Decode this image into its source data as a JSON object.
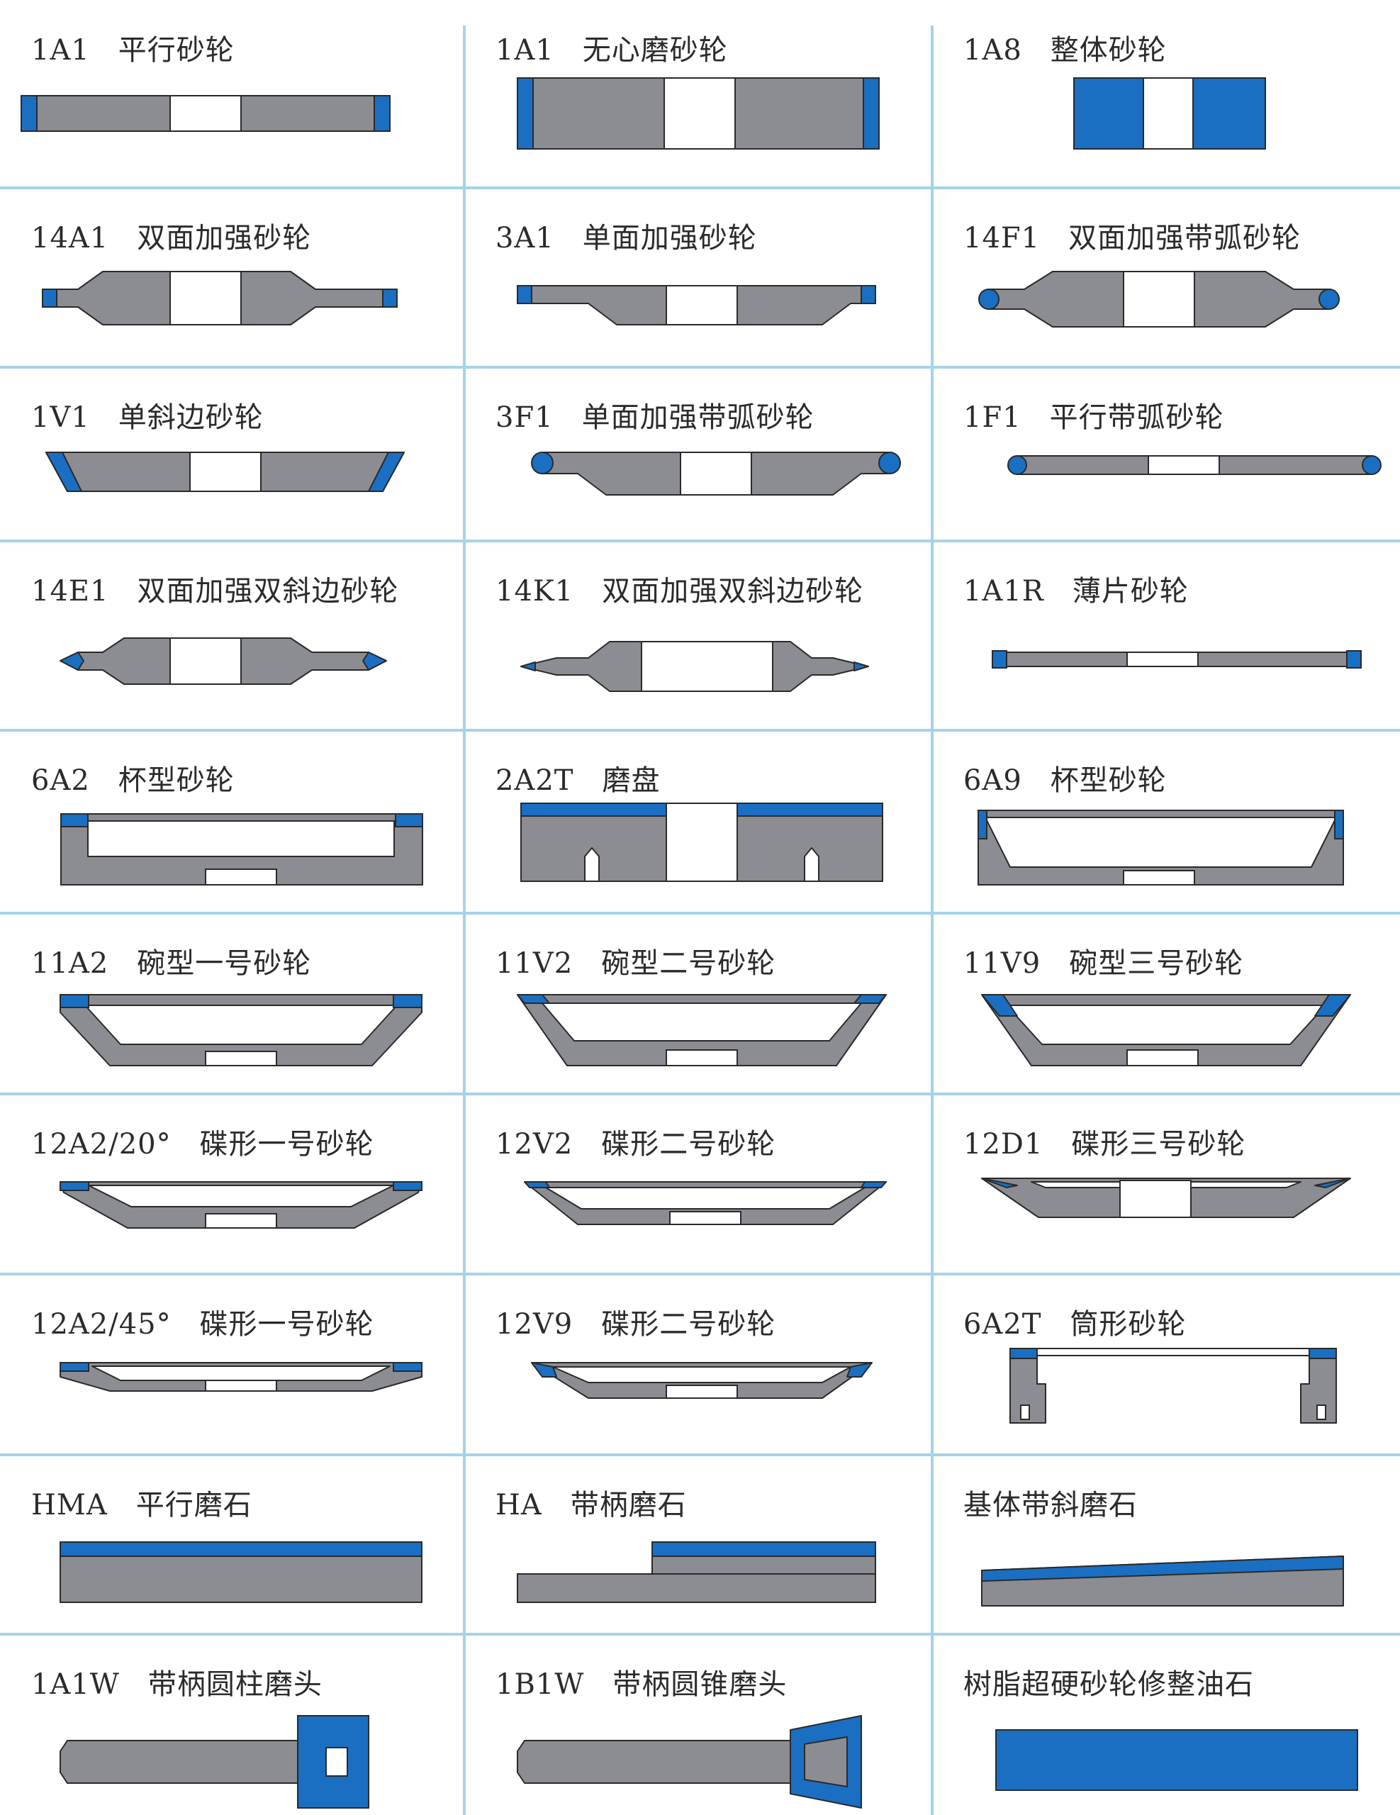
{
  "colors": {
    "body_gray": "#8c8d92",
    "diamond_blue": "#1a6fc2",
    "outline": "#2a2a2a",
    "grid_blue": "#a6d3e6",
    "bore_white": "#ffffff"
  },
  "wheels": [
    {
      "code": "1A1",
      "name": "平行砂轮",
      "shape": "1A1"
    },
    {
      "code": "1A1",
      "name": "无心磨砂轮",
      "shape": "1A1-centerless"
    },
    {
      "code": "1A8",
      "name": "整体砂轮",
      "shape": "1A8"
    },
    {
      "code": "14A1",
      "name": "双面加强砂轮",
      "shape": "14A1"
    },
    {
      "code": "3A1",
      "name": "单面加强砂轮",
      "shape": "3A1"
    },
    {
      "code": "14F1",
      "name": "双面加强带弧砂轮",
      "shape": "14F1"
    },
    {
      "code": "1V1",
      "name": "单斜边砂轮",
      "shape": "1V1"
    },
    {
      "code": "3F1",
      "name": "单面加强带弧砂轮",
      "shape": "3F1"
    },
    {
      "code": "1F1",
      "name": "平行带弧砂轮",
      "shape": "1F1"
    },
    {
      "code": "14E1",
      "name": "双面加强双斜边砂轮",
      "shape": "14E1"
    },
    {
      "code": "14K1",
      "name": "双面加强双斜边砂轮",
      "shape": "14K1"
    },
    {
      "code": "1A1R",
      "name": "薄片砂轮",
      "shape": "1A1R"
    },
    {
      "code": "6A2",
      "name": "杯型砂轮",
      "shape": "6A2"
    },
    {
      "code": "2A2T",
      "name": "磨盘",
      "shape": "2A2T"
    },
    {
      "code": "6A9",
      "name": "杯型砂轮",
      "shape": "6A9"
    },
    {
      "code": "11A2",
      "name": "碗型一号砂轮",
      "shape": "11A2"
    },
    {
      "code": "11V2",
      "name": "碗型二号砂轮",
      "shape": "11V2"
    },
    {
      "code": "11V9",
      "name": "碗型三号砂轮",
      "shape": "11V9"
    },
    {
      "code": "12A2/20°",
      "name": "碟形一号砂轮",
      "shape": "12A2-20"
    },
    {
      "code": "12V2",
      "name": "碟形二号砂轮",
      "shape": "12V2"
    },
    {
      "code": "12D1",
      "name": "碟形三号砂轮",
      "shape": "12D1"
    },
    {
      "code": "12A2/45°",
      "name": "碟形一号砂轮",
      "shape": "12A2-45"
    },
    {
      "code": "12V9",
      "name": "碟形二号砂轮",
      "shape": "12V9"
    },
    {
      "code": "6A2T",
      "name": "筒形砂轮",
      "shape": "6A2T"
    },
    {
      "code": "HMA",
      "name": "平行磨石",
      "shape": "HMA"
    },
    {
      "code": "HA",
      "name": "带柄磨石",
      "shape": "HA"
    },
    {
      "code": "",
      "name": "基体带斜磨石",
      "shape": "slant-stone"
    },
    {
      "code": "1A1W",
      "name": "带柄圆柱磨头",
      "shape": "1A1W"
    },
    {
      "code": "1B1W",
      "name": "带柄圆锥磨头",
      "shape": "1B1W"
    },
    {
      "code": "",
      "name": "树脂超硬砂轮修整油石",
      "shape": "dressing-stone"
    }
  ]
}
